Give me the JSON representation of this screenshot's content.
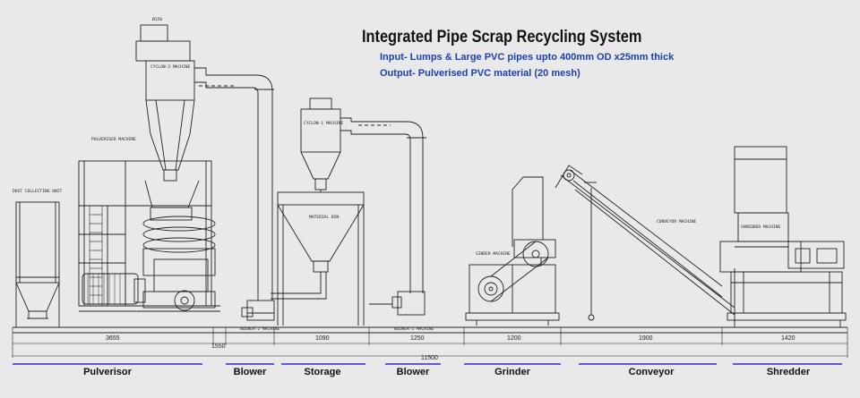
{
  "title": "Integrated Pipe Scrap Recycling System",
  "input": "Input-    Lumps & Large PVC pipes upto 400mm OD x25mm thick",
  "output": "Output-    Pulverised PVC material (20 mesh)",
  "machine_labels": {
    "dust_collecting_unit": "DUST COLLECTING UNIT",
    "pulveriser_machine": "PULVERISER MACHINE",
    "cyclone_2": "CYCLON-2 MACHINE",
    "diameter": "Ø150",
    "blower_2": "BOLWER-2 MACHINE",
    "cyclone_1": "CYCLON-1 MACHINE",
    "material_bin": "MATERIAL BIN",
    "blower_1": "BOLWER-1 MACHINE",
    "grinder_machine": "GINDER MACHINE",
    "conveyor_machine": "CONVEYOR MACHINE",
    "shredder_machine": "SHREDDER MACHINE"
  },
  "dimensions": {
    "pulveriser": "3655",
    "blower_gap": "1550",
    "storage": "1090",
    "blower": "1250",
    "grinder": "1200",
    "conveyor": "1900",
    "shredder": "1420",
    "total": "11500"
  },
  "sections": [
    "Pulverisor",
    "Blower",
    "Storage",
    "Blower",
    "Grinder",
    "Conveyor",
    "Shredder"
  ],
  "colors": {
    "background": "#e9e9e9",
    "line": "#222222",
    "accent": "#1b3fb5",
    "heading": "#111111"
  }
}
